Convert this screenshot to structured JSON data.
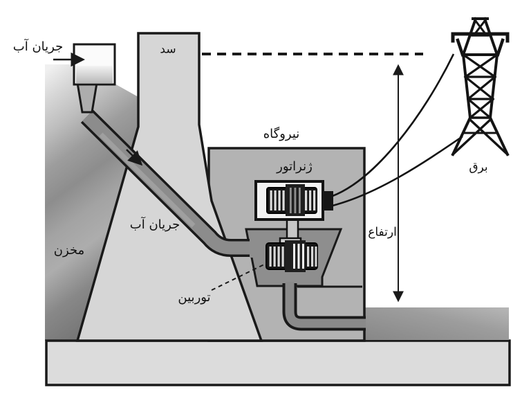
{
  "diagram": {
    "type": "hydroelectric-dam-cross-section",
    "labels": {
      "inflow": "جریان آب",
      "dam": "سد",
      "powerhouse": "نیروگاه",
      "generator": "ژنراتور",
      "flow_on_dam": "جریان آب",
      "reservoir": "مخزن",
      "turbine": "توربین",
      "height": "ارتفاع",
      "electricity": "برق"
    },
    "icons": {
      "inflow_arrow": "arrow-right",
      "penstock_flow_arrow": "arrow-down-right",
      "head_measure_arrow": "arrow-vertical-double",
      "water_level_line": "dashed-horizontal-line",
      "turbine_leader": "dashed-leader-line",
      "power_tower": "lattice-transmission-tower",
      "power_cables": "curved-cable-pair"
    },
    "colors": {
      "background": "#ffffff",
      "outline": "#1a1a1a",
      "dam_fill": "#d6d6d6",
      "base_fill": "#dcdcdc",
      "powerhouse_fill": "#b3b3b3",
      "chamber_fill": "#8e8e8e",
      "pipe_fill": "#8c8c8c",
      "generator_box_fill": "#f2f2f2",
      "rotor_dark": "#161616",
      "water_light": "#f0f0f0",
      "water_dark": "#757575",
      "tailwater_dark": "#8a8a8a"
    }
  }
}
